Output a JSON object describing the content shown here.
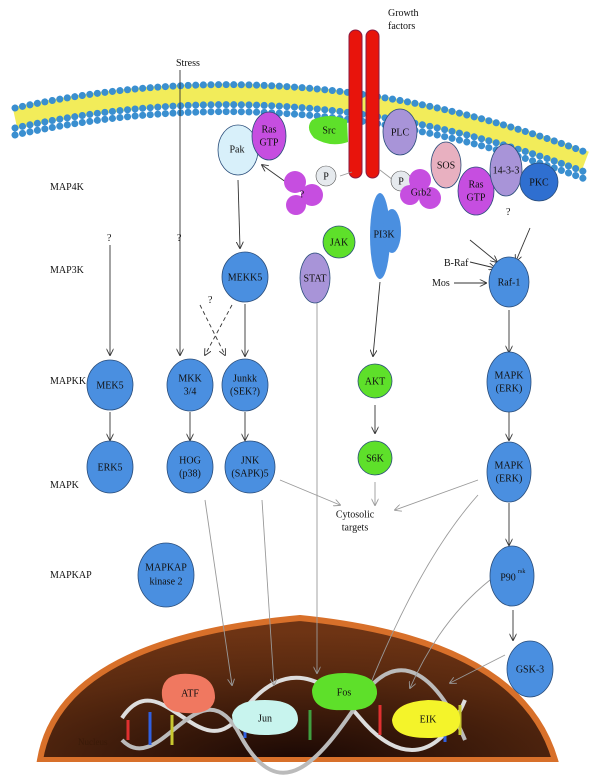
{
  "colors": {
    "kinase": "#4a8fe0",
    "green": "#5ee02a",
    "lavender": "#a894d8",
    "magenta": "#c64ee0",
    "receptor": "#e8140c",
    "nucleus": "#5a2a10",
    "nucleus_rim": "#d8702a",
    "membrane_head": "#3a8fd0",
    "membrane_tail": "#f2ec5a"
  },
  "levels": [
    "MAP4K",
    "MAP3K",
    "MAPKK",
    "MAPK",
    "MAPKAP"
  ],
  "stimuli": {
    "stress": "Stress",
    "growth_1": "Growth",
    "growth_2": "factors"
  },
  "nodes": {
    "pak": "Pak",
    "ras1_a": "Ras",
    "ras1_b": "GTP",
    "src": "Src",
    "plc": "PLC",
    "p1": "P",
    "p2": "P",
    "unknown": "?",
    "grb2": "Grb2",
    "sos": "SOS",
    "ras2_a": "Ras",
    "ras2_b": "GTP",
    "p1433": "14-3-3",
    "pkc": "PKC",
    "pi3k": "PI3K",
    "jak": "JAK",
    "stat": "STAT",
    "mekk5": "MEKK5",
    "raf1": "Raf-1",
    "braf": "B-Raf",
    "mos": "Mos",
    "mek5": "MEK5",
    "mkk_a": "MKK",
    "mkk_b": "3/4",
    "junkk_a": "Junkk",
    "junkk_b": "(SEK?)",
    "akt": "AKT",
    "mapk1_a": "MAPK",
    "mapk1_b": "(ERK)",
    "erk5": "ERK5",
    "hog_a": "HOG",
    "hog_b": "(p38)",
    "jnk_a": "JNK",
    "jnk_b": "(SAPK)5",
    "s6k": "S6K",
    "mapk2_a": "MAPK",
    "mapk2_b": "(ERK)",
    "cyto_a": "Cytosolic",
    "cyto_b": "targets",
    "mapkap_a": "MAPKAP",
    "mapkap_b": "kinase 2",
    "p90": "P90",
    "p90_sup": "rsk",
    "gsk3": "GSK-3",
    "atf": "ATF",
    "jun": "Jun",
    "fos": "Fos",
    "eik": "EIK",
    "nucleus": "Nucleus",
    "q": "?"
  }
}
